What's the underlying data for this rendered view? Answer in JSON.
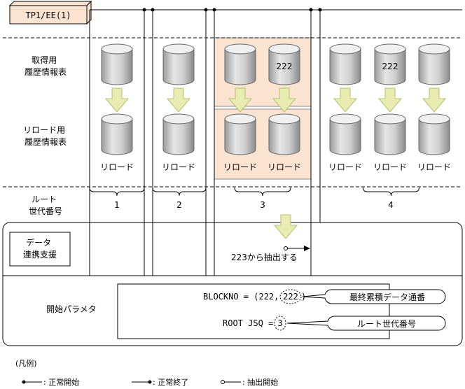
{
  "system_label": "TP1/EE(1)",
  "row_labels": {
    "acquire_log": [
      "取得用",
      "履歴情報表"
    ],
    "reload_log": [
      "リロード用",
      "履歴情報表"
    ],
    "route_gen": [
      "ルート",
      "世代番号"
    ],
    "data_link": [
      "データ",
      "連携支援"
    ],
    "start_param": "開始パラメタ"
  },
  "reload_label": "リロード",
  "generation_numbers": [
    "1",
    "2",
    "3",
    "4"
  ],
  "cylinder_values": {
    "g3_second": "222",
    "g4_second": "222"
  },
  "extract_note": "223から抽出する",
  "param_lines": {
    "blockno_prefix": "BLOCKNO = (222,",
    "blockno_value": "222",
    "blockno_suffix": ")",
    "root_prefix": "ROOT JSQ =",
    "root_value": "3"
  },
  "callouts": {
    "last_seq": "最終累積データ通番",
    "root_gen": "ルート世代番号"
  },
  "legend": {
    "title": "(凡例)",
    "normal_start": ": 正常開始",
    "normal_end": ": 正常終了",
    "extract_start": ": 抽出開始"
  }
}
